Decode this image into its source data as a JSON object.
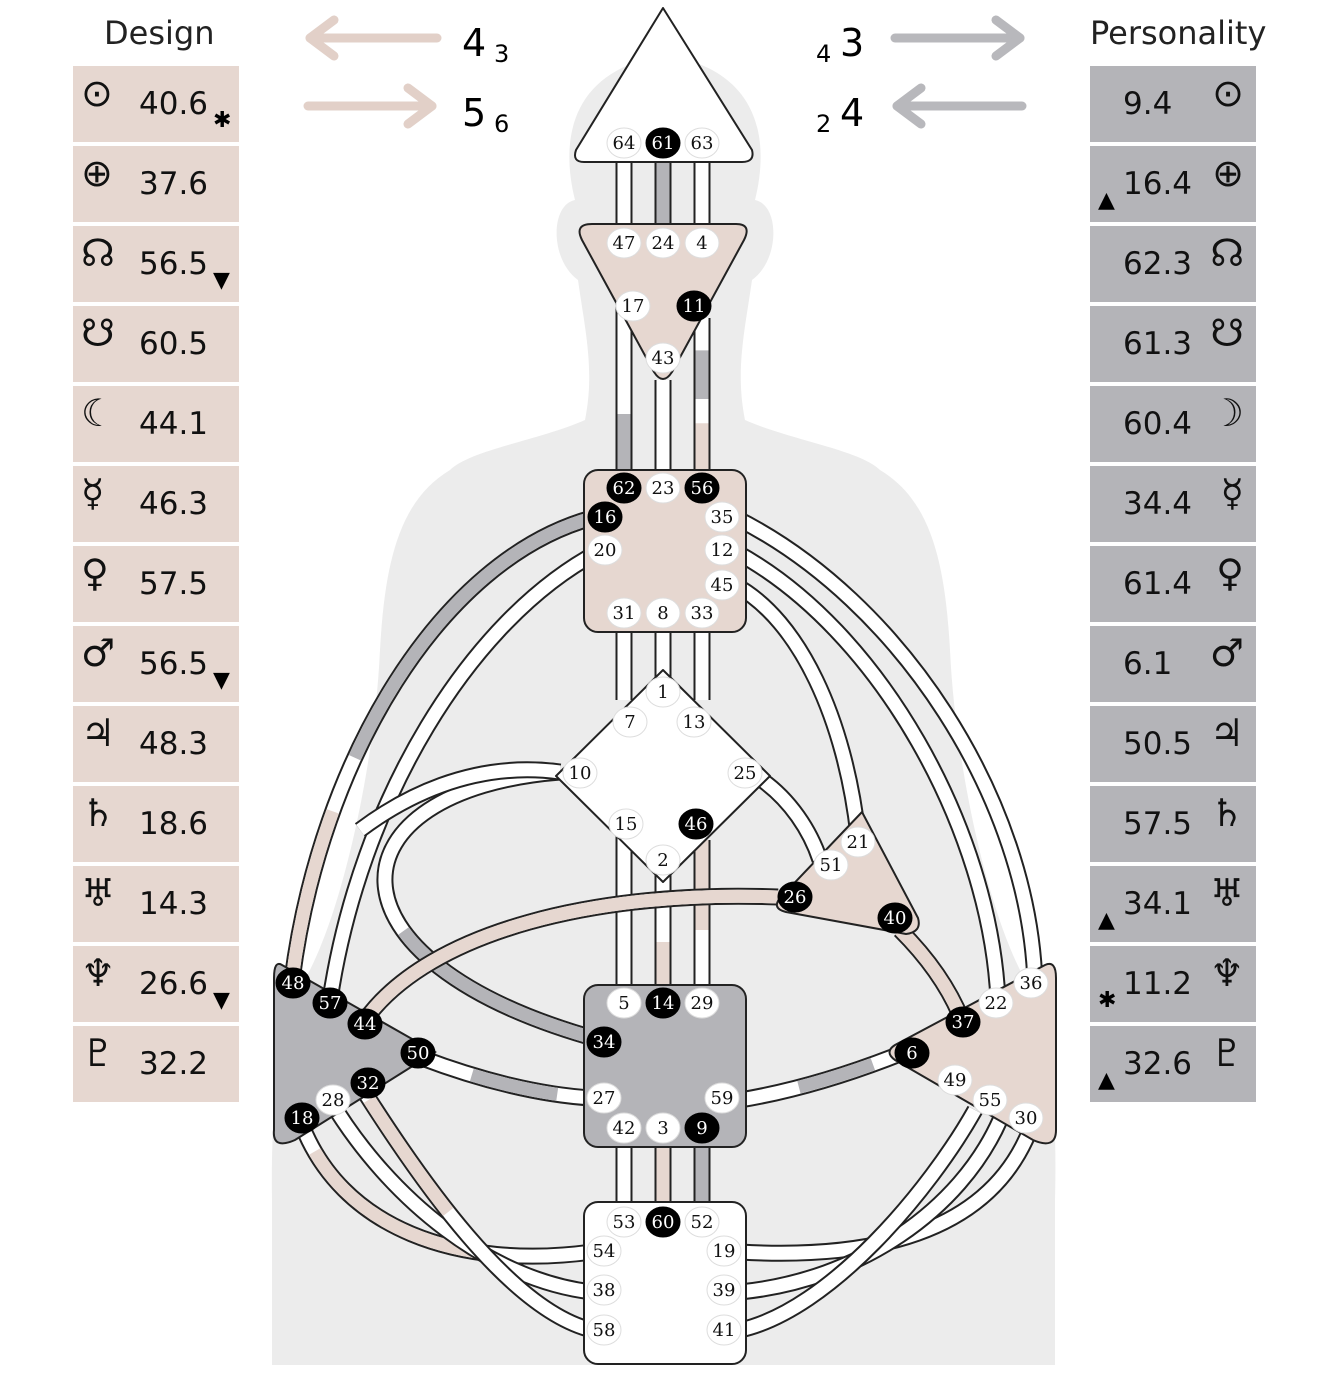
{
  "design": {
    "title": "Design",
    "colors": {
      "row_bg": "#e6d7d0"
    },
    "rows": [
      {
        "icon": "sun-icon",
        "glyph": "⊙",
        "value": "40.6",
        "mark": "✱"
      },
      {
        "icon": "earth-icon",
        "glyph": "⊕",
        "value": "37.6",
        "mark": ""
      },
      {
        "icon": "north-node-icon",
        "glyph": "☊",
        "value": "56.5",
        "mark": "▼"
      },
      {
        "icon": "south-node-icon",
        "glyph": "☋",
        "value": "60.5",
        "mark": ""
      },
      {
        "icon": "moon-icon",
        "glyph": "☾",
        "value": "44.1",
        "mark": ""
      },
      {
        "icon": "mercury-icon",
        "glyph": "☿",
        "value": "46.3",
        "mark": ""
      },
      {
        "icon": "venus-icon",
        "glyph": "♀",
        "value": "57.5",
        "mark": ""
      },
      {
        "icon": "mars-icon",
        "glyph": "♂",
        "value": "56.5",
        "mark": "▼"
      },
      {
        "icon": "jupiter-icon",
        "glyph": "♃",
        "value": "48.3",
        "mark": ""
      },
      {
        "icon": "saturn-icon",
        "glyph": "♄",
        "value": "18.6",
        "mark": ""
      },
      {
        "icon": "uranus-icon",
        "glyph": "♅",
        "value": "14.3",
        "mark": ""
      },
      {
        "icon": "neptune-icon",
        "glyph": "♆",
        "value": "26.6",
        "mark": "▼"
      },
      {
        "icon": "pluto-icon",
        "glyph": "♇",
        "value": "32.2",
        "mark": ""
      }
    ]
  },
  "personality": {
    "title": "Personality",
    "colors": {
      "row_bg": "#b4b4b8"
    },
    "rows": [
      {
        "icon": "sun-icon",
        "glyph": "⊙",
        "value": "9.4",
        "mark": ""
      },
      {
        "icon": "earth-icon",
        "glyph": "⊕",
        "value": "16.4",
        "mark": "▲"
      },
      {
        "icon": "north-node-icon",
        "glyph": "☊",
        "value": "62.3",
        "mark": ""
      },
      {
        "icon": "south-node-icon",
        "glyph": "☋",
        "value": "61.3",
        "mark": ""
      },
      {
        "icon": "moon-icon",
        "glyph": "☽",
        "value": "60.4",
        "mark": ""
      },
      {
        "icon": "mercury-icon",
        "glyph": "☿",
        "value": "34.4",
        "mark": ""
      },
      {
        "icon": "venus-icon",
        "glyph": "♀",
        "value": "61.4",
        "mark": ""
      },
      {
        "icon": "mars-icon",
        "glyph": "♂",
        "value": "6.1",
        "mark": ""
      },
      {
        "icon": "jupiter-icon",
        "glyph": "♃",
        "value": "50.5",
        "mark": ""
      },
      {
        "icon": "saturn-icon",
        "glyph": "♄",
        "value": "57.5",
        "mark": ""
      },
      {
        "icon": "uranus-icon",
        "glyph": "♅",
        "value": "34.1",
        "mark": "▲"
      },
      {
        "icon": "neptune-icon",
        "glyph": "♆",
        "value": "11.2",
        "mark": "✱"
      },
      {
        "icon": "pluto-icon",
        "glyph": "♇",
        "value": "32.6",
        "mark": "▲"
      }
    ]
  },
  "arrows": {
    "design_top": {
      "main": "4",
      "sub": "3"
    },
    "design_bottom": {
      "main": "5",
      "sub": "6"
    },
    "personality_top": {
      "main": "3",
      "sub": "4"
    },
    "personality_bottom": {
      "main": "4",
      "sub": "2"
    }
  },
  "colors": {
    "design": "#e6d7d0",
    "personality": "#b4b4b8",
    "body_silhouette": "#ececec",
    "gate_active": "#000000",
    "outline": "#222222"
  },
  "centers": [
    {
      "name": "head",
      "defined": false,
      "gates": [
        "64",
        "61",
        "63"
      ],
      "active": [
        "61"
      ]
    },
    {
      "name": "ajna",
      "defined": true,
      "gates": [
        "47",
        "24",
        "4",
        "17",
        "11",
        "43"
      ],
      "active": [
        "11"
      ]
    },
    {
      "name": "throat",
      "defined": true,
      "gates": [
        "62",
        "23",
        "56",
        "16",
        "35",
        "20",
        "12",
        "45",
        "31",
        "8",
        "33"
      ],
      "active": [
        "62",
        "56",
        "16"
      ]
    },
    {
      "name": "g",
      "defined": false,
      "gates": [
        "1",
        "7",
        "13",
        "10",
        "25",
        "15",
        "46",
        "2"
      ],
      "active": [
        "46"
      ]
    },
    {
      "name": "ego",
      "defined": true,
      "gates": [
        "21",
        "51",
        "26",
        "40"
      ],
      "active": [
        "26",
        "40"
      ]
    },
    {
      "name": "spleen",
      "defined": true,
      "gates": [
        "48",
        "57",
        "44",
        "50",
        "32",
        "28",
        "18"
      ],
      "active": [
        "48",
        "57",
        "44",
        "50",
        "32",
        "18"
      ]
    },
    {
      "name": "sacral",
      "defined": true,
      "gates": [
        "5",
        "14",
        "29",
        "34",
        "27",
        "59",
        "42",
        "3",
        "9"
      ],
      "active": [
        "14",
        "34",
        "9"
      ]
    },
    {
      "name": "solar-plexus",
      "defined": true,
      "gates": [
        "36",
        "22",
        "37",
        "6",
        "49",
        "55",
        "30"
      ],
      "active": [
        "37",
        "6"
      ]
    },
    {
      "name": "root",
      "defined": false,
      "gates": [
        "53",
        "60",
        "52",
        "54",
        "19",
        "38",
        "39",
        "58",
        "41"
      ],
      "active": [
        "60"
      ]
    }
  ]
}
